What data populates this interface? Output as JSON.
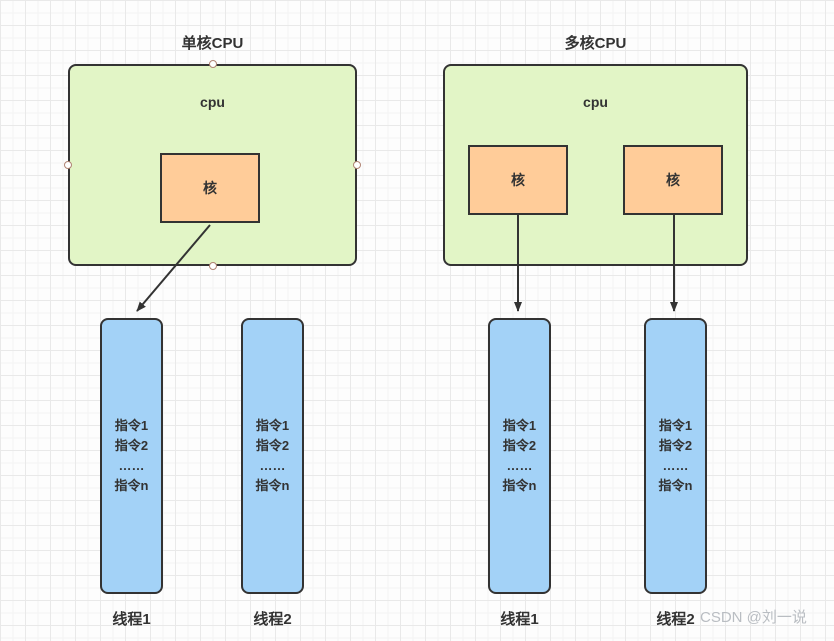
{
  "colors": {
    "cpu_box_fill": "#e2f5c6",
    "cpu_box_border": "#333333",
    "core_fill": "#ffcc99",
    "core_border": "#333333",
    "thread_fill": "#a3d2f7",
    "thread_border": "#333333",
    "arrow": "#333333",
    "text": "#333333",
    "handle_stroke": "#b08474",
    "watermark_color": "#b9bdc2"
  },
  "single_core": {
    "title": "单核CPU",
    "cpu_label": "cpu",
    "cores": [
      {
        "label": "核"
      }
    ],
    "threads": [
      {
        "label": "线程1",
        "instructions": [
          "指令1",
          "指令2",
          "……",
          "指令n"
        ]
      },
      {
        "label": "线程2",
        "instructions": [
          "指令1",
          "指令2",
          "……",
          "指令n"
        ]
      }
    ]
  },
  "multi_core": {
    "title": "多核CPU",
    "cpu_label": "cpu",
    "cores": [
      {
        "label": "核"
      },
      {
        "label": "核"
      }
    ],
    "threads": [
      {
        "label": "线程1",
        "instructions": [
          "指令1",
          "指令2",
          "……",
          "指令n"
        ]
      },
      {
        "label": "线程2",
        "instructions": [
          "指令1",
          "指令2",
          "……",
          "指令n"
        ]
      }
    ]
  },
  "watermark": {
    "text": "CSDN @刘一说"
  }
}
